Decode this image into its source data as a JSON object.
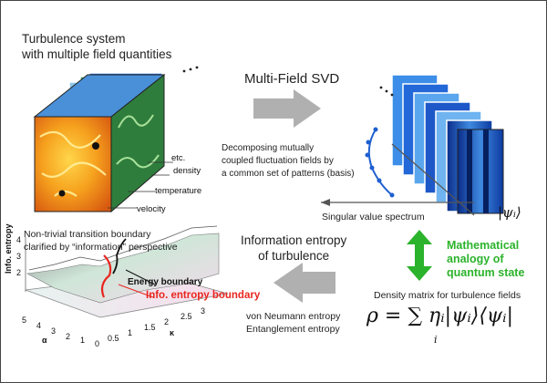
{
  "system_title": "Turbulence system\nwith multiple field quantities",
  "cube_labels": {
    "etc": "etc.",
    "density": "density",
    "temperature": "temperature",
    "velocity": "velocity"
  },
  "svd_label": "Multi-Field SVD",
  "decomposition_text": "Decomposing mutually\ncoupled fluctuation fields by\na common set of patterns (basis)",
  "singular_value_label": "Singular value spectrum",
  "basis_symbol": "|ψᵢ⟩",
  "info_entropy_title": "Information entropy\nof turbulence",
  "transition_text": "Non-trivial transition boundary\nclarified by “information” perspective",
  "analogy_text": "Mathematical\nanalogy of\nquantum state",
  "density_matrix_label": "Density matrix for turbulence fields",
  "density_matrix_formula": "ρ = ∑ ηᵢ|ψᵢ⟩⟨ψᵢ|",
  "formula_subscript": "i",
  "entropy_types": "von Neumann entropy\nEntanglement entropy",
  "energy_boundary_label": "Energy boundary",
  "info_boundary_label": "Info. entropy boundary",
  "plot_axes": {
    "z_label": "Info. entropy",
    "z_ticks": [
      "4",
      "3",
      "2"
    ],
    "alpha_label": "α",
    "alpha_ticks": [
      "5",
      "4",
      "3",
      "2",
      "1",
      "0"
    ],
    "kappa_label": "κ",
    "kappa_ticks": [
      "0.5",
      "1",
      "1.5",
      "2",
      "2.5",
      "3"
    ]
  },
  "colors": {
    "arrow_gray": "#b0b0b0",
    "analogy_green": "#2bb32b",
    "info_red": "#e8261e"
  }
}
